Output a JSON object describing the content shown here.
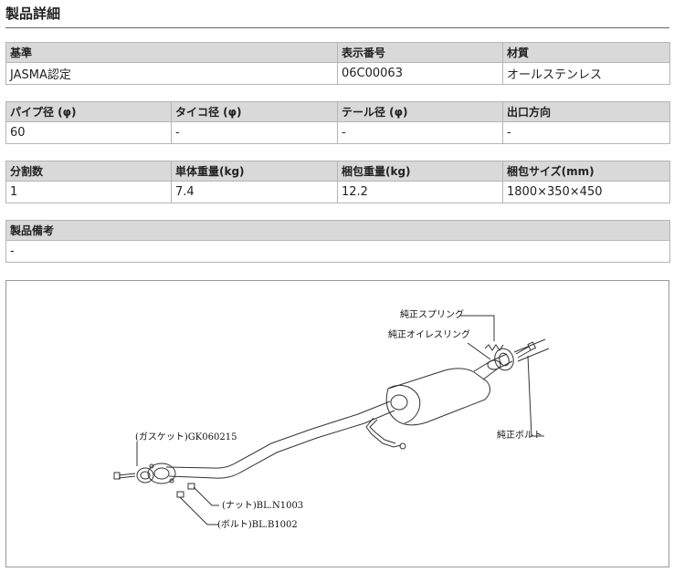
{
  "title": "製品詳細",
  "tables": [
    {
      "headers": [
        "基準",
        "表示番号",
        "材質"
      ],
      "values": [
        "JASMA認定",
        "06C00063",
        "オールステンレス"
      ]
    },
    {
      "headers": [
        "パイプ径 (φ)",
        "タイコ径 (φ)",
        "テール径 (φ)",
        "出口方向"
      ],
      "values": [
        "60",
        "-",
        "-",
        "-"
      ]
    },
    {
      "headers": [
        "分割数",
        "単体重量(kg)",
        "梱包重量(kg)",
        "梱包サイズ(mm)"
      ],
      "values": [
        "1",
        "7.4",
        "12.2",
        "1800×350×450"
      ]
    },
    {
      "headers": [
        "製品備考"
      ],
      "values": [
        "-"
      ]
    }
  ],
  "diagram": {
    "labels": {
      "spring": "純正スプリング",
      "oil_ring": "純正オイレスリング",
      "bolt_oe": "純正ボルト",
      "gasket": "(ガスケット)GK060215",
      "nut": "(ナット)BL.N1003",
      "bolt": "(ボルト)BL.B1002"
    }
  }
}
